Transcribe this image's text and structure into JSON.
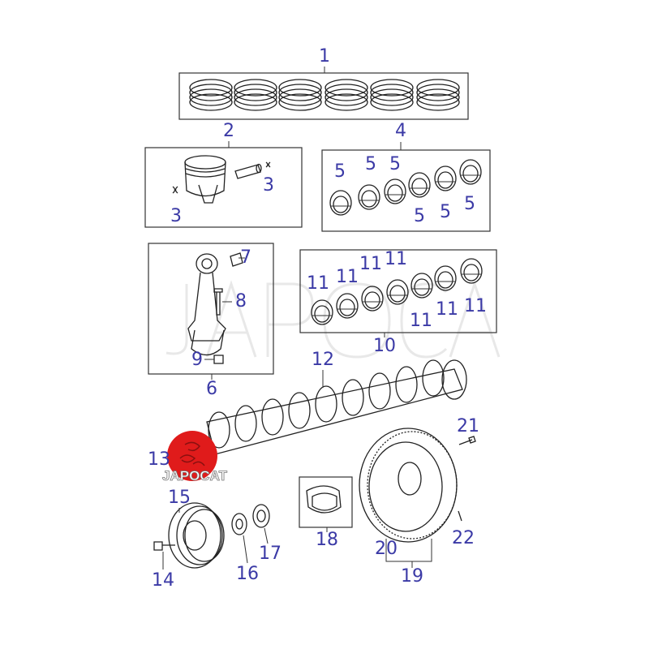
{
  "diagram": {
    "watermark": "JAPOCAT",
    "logo": {
      "text": "JAPOCAT",
      "color": "#e01b1b"
    },
    "label_color": "#3b3aa6",
    "callouts": {
      "c1": "1",
      "c2": "2",
      "c3a": "3",
      "c3b": "3",
      "c4": "4",
      "c5a": "5",
      "c5b": "5",
      "c5c": "5",
      "c5d": "5",
      "c5e": "5",
      "c5f": "5",
      "c6": "6",
      "c7": "7",
      "c8": "8",
      "c9": "9",
      "c10": "10",
      "c11a": "11",
      "c11b": "11",
      "c11c": "11",
      "c11d": "11",
      "c11e": "11",
      "c11f": "11",
      "c11g": "11",
      "c12": "12",
      "c13": "13",
      "c14": "14",
      "c15": "15",
      "c16": "16",
      "c17": "17",
      "c18": "18",
      "c19": "19",
      "c20": "20",
      "c21": "21",
      "c22": "22"
    },
    "parts": [
      "piston-ring-set",
      "piston",
      "piston-pin-clip",
      "main-bearing-set",
      "main-bearing",
      "connecting-rod",
      "rod-bushing",
      "rod-bolt",
      "rod-nut",
      "rod-bearing-set",
      "rod-bearing",
      "crankshaft",
      "crankshaft-key",
      "crank-bolt",
      "crank-pulley",
      "crank-gear",
      "timing-pulley",
      "thrust-washer",
      "flywheel",
      "drive-plate",
      "flywheel-bolt",
      "pin"
    ]
  }
}
